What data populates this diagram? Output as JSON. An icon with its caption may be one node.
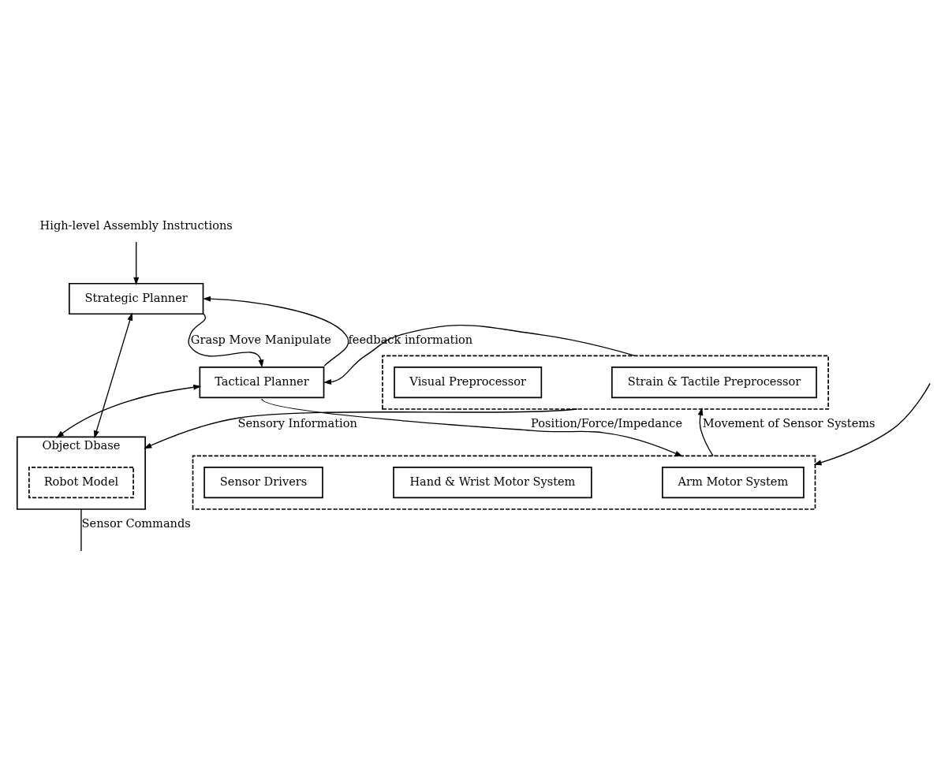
{
  "diagram": {
    "nodes": [
      {
        "text": [
          "High-level Assembly Instructions"
        ]
      },
      {
        "text": [
          "Strategic Planner"
        ]
      },
      {
        "text": [
          "Object Dbase"
        ]
      },
      {
        "text": [
          "Robot Model"
        ],
        "in": 2
      },
      {
        "text": [],
        "shape": "box"
      },
      {
        "text": [
          "Strain & Tactile Preprocessor"
        ],
        "in": 4
      },
      {
        "text": [
          "Visual Preprocessor"
        ],
        "in": 4
      },
      {
        "text": [
          "Tactical Planner"
        ]
      },
      {
        "text": [],
        "shape": "box"
      },
      {
        "text": [
          "Arm Motor System"
        ],
        "in": 8
      },
      {
        "text": [
          "Hand & Wrist Motor System"
        ],
        "in": 8
      },
      {
        "text": [
          "Sensor Drivers"
        ],
        "in": 8
      }
    ],
    "edges": [
      {
        "from": 0,
        "to": 1,
        "arrow": "to"
      },
      {
        "from": 1,
        "to": 2,
        "arrow": "both"
      },
      {
        "from": 1,
        "to": 7,
        "arrow": "to",
        "label": "Grasp Move Manipulate"
      },
      {
        "from": 7,
        "to": 1,
        "arrow": "to",
        "label": "feedback information"
      },
      {
        "from": 2,
        "to": 7,
        "arrow": "both"
      },
      {
        "from": 2,
        "to": null,
        "arrow": "none",
        "label": "Sensor Commands"
      },
      {
        "from": 4,
        "to": 2,
        "arrow": "to",
        "label": "Sensory Information"
      },
      {
        "from": 4,
        "to": 7,
        "arrow": "to"
      },
      {
        "from": 8,
        "to": 4,
        "arrow": "to",
        "label": "Movement of Sensor Systems"
      },
      {
        "from": 7,
        "to": 8,
        "arrow": "to",
        "label": "Position/Force/Impedance"
      },
      {
        "from": null,
        "to": 8,
        "arrow": "to"
      }
    ]
  }
}
